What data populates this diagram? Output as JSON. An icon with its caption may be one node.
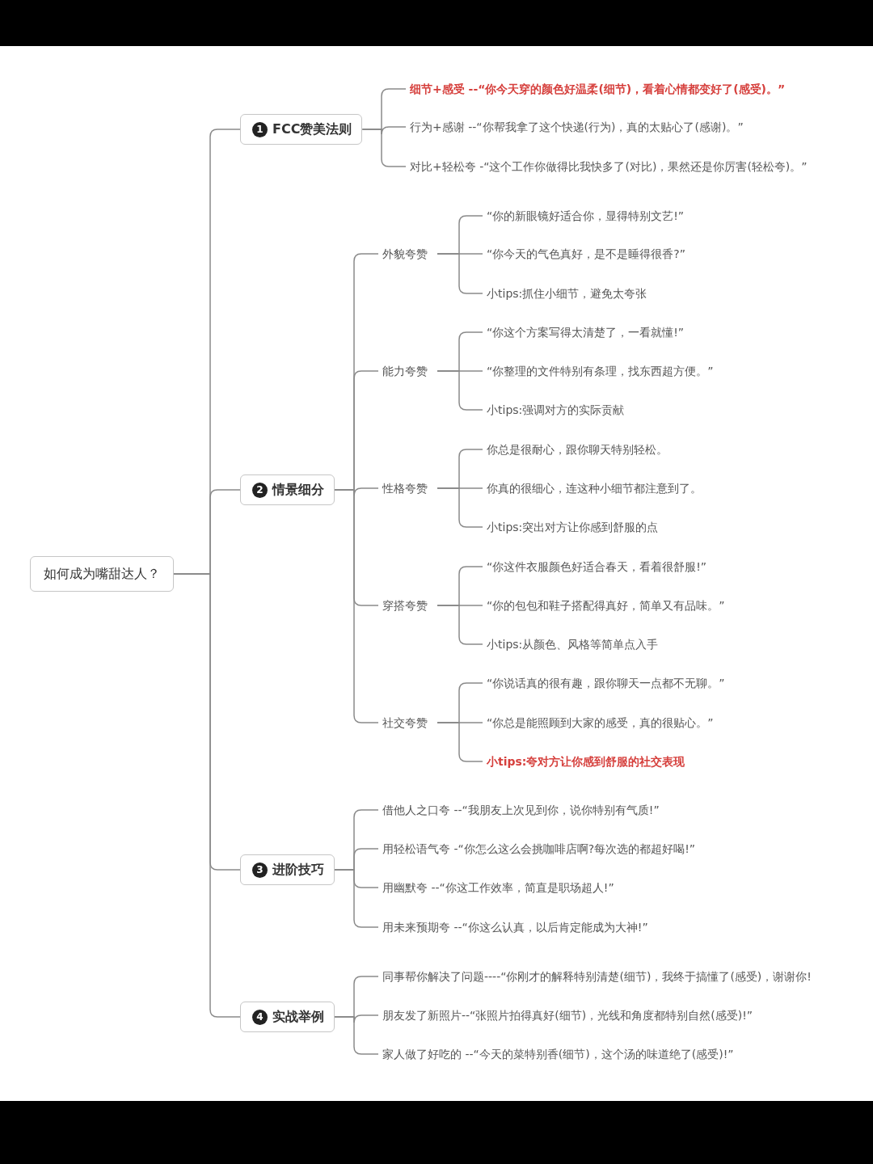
{
  "diagram": {
    "nodes": [
      {
        "text": [
          "如何成为嘴甜达人？"
        ]
      },
      {
        "text": [
          "1",
          "FCC赞美法则"
        ]
      },
      {
        "text": [
          "细节+感受 --“你今天穿的颜色好温柔(细节)，看着心情都变好了(感受)。”"
        ]
      },
      {
        "text": [
          "行为+感谢 --“你帮我拿了这个快递(行为)，真的太贴心了(感谢)。”"
        ]
      },
      {
        "text": [
          "对比+轻松夸 -“这个工作你做得比我快多了(对比)，果然还是你厉害(轻松夸)。”"
        ]
      },
      {
        "text": [
          "2",
          "情景细分"
        ]
      },
      {
        "text": [
          "外貌夸赞"
        ]
      },
      {
        "text": [
          "“你的新眼镜好适合你，显得特别文艺!”"
        ]
      },
      {
        "text": [
          "“你今天的气色真好，是不是睡得很香?”"
        ]
      },
      {
        "text": [
          "小tips:抓住小细节，避免太夸张"
        ]
      },
      {
        "text": [
          "能力夸赞"
        ]
      },
      {
        "text": [
          "“你这个方案写得太清楚了，一看就懂!”"
        ]
      },
      {
        "text": [
          "“你整理的文件特别有条理，找东西超方便。”"
        ]
      },
      {
        "text": [
          "小tips:强调对方的实际贡献"
        ]
      },
      {
        "text": [
          "性格夸赞"
        ]
      },
      {
        "text": [
          "你总是很耐心，跟你聊天特别轻松。"
        ]
      },
      {
        "text": [
          "你真的很细心，连这种小细节都注意到了。"
        ]
      },
      {
        "text": [
          "小tips:突出对方让你感到舒服的点"
        ]
      },
      {
        "text": [
          "穿搭夸赞"
        ]
      },
      {
        "text": [
          "“你这件衣服颜色好适合春天，看着很舒服!”"
        ]
      },
      {
        "text": [
          "“你的包包和鞋子搭配得真好，简单又有品味。”"
        ]
      },
      {
        "text": [
          "小tips:从颜色、风格等简单点入手"
        ]
      },
      {
        "text": [
          "社交夸赞"
        ]
      },
      {
        "text": [
          "“你说话真的很有趣，跟你聊天一点都不无聊。”"
        ]
      },
      {
        "text": [
          "“你总是能照顾到大家的感受，真的很贴心。”"
        ]
      },
      {
        "text": [
          "小tips:夸对方让你感到舒服的社交表现"
        ]
      },
      {
        "text": [
          "3",
          "进阶技巧"
        ]
      },
      {
        "text": [
          "借他人之口夸 --“我朋友上次见到你，说你特别有气质!”"
        ]
      },
      {
        "text": [
          "用轻松语气夸 -“你怎么这么会挑咖啡店啊?每次选的都超好喝!”"
        ]
      },
      {
        "text": [
          "用幽默夸 --“你这工作效率，简直是职场超人!”"
        ]
      },
      {
        "text": [
          "用未来预期夸 --“你这么认真，以后肯定能成为大神!”"
        ]
      },
      {
        "text": [
          "4",
          "实战举例"
        ]
      },
      {
        "text": [
          "同事帮你解决了问题----“你刚才的解释特别清楚(细节)，我终于搞懂了(感受)，谢谢你!"
        ]
      },
      {
        "text": [
          "朋友发了新照片--“张照片拍得真好(细节)，光线和角度都特别自然(感受)!”"
        ]
      },
      {
        "text": [
          "家人做了好吃的 --“今天的菜特别香(细节)，这个汤的味道绝了(感受)!”"
        ]
      }
    ],
    "edges": [
      {
        "from": 0,
        "to": 1,
        "arrow": "none"
      },
      {
        "from": 0,
        "to": 5,
        "arrow": "none"
      },
      {
        "from": 0,
        "to": 26,
        "arrow": "none"
      },
      {
        "from": 0,
        "to": 31,
        "arrow": "none"
      },
      {
        "from": 1,
        "to": 2,
        "arrow": "none"
      },
      {
        "from": 1,
        "to": 3,
        "arrow": "none"
      },
      {
        "from": 1,
        "to": 4,
        "arrow": "none"
      },
      {
        "from": 5,
        "to": 6,
        "arrow": "none"
      },
      {
        "from": 5,
        "to": 10,
        "arrow": "none"
      },
      {
        "from": 5,
        "to": 14,
        "arrow": "none"
      },
      {
        "from": 5,
        "to": 18,
        "arrow": "none"
      },
      {
        "from": 5,
        "to": 22,
        "arrow": "none"
      },
      {
        "from": 6,
        "to": 7,
        "arrow": "none"
      },
      {
        "from": 6,
        "to": 8,
        "arrow": "none"
      },
      {
        "from": 6,
        "to": 9,
        "arrow": "none"
      },
      {
        "from": 10,
        "to": 11,
        "arrow": "none"
      },
      {
        "from": 10,
        "to": 12,
        "arrow": "none"
      },
      {
        "from": 10,
        "to": 13,
        "arrow": "none"
      },
      {
        "from": 14,
        "to": 15,
        "arrow": "none"
      },
      {
        "from": 14,
        "to": 16,
        "arrow": "none"
      },
      {
        "from": 14,
        "to": 17,
        "arrow": "none"
      },
      {
        "from": 18,
        "to": 19,
        "arrow": "none"
      },
      {
        "from": 18,
        "to": 20,
        "arrow": "none"
      },
      {
        "from": 18,
        "to": 21,
        "arrow": "none"
      },
      {
        "from": 22,
        "to": 23,
        "arrow": "none"
      },
      {
        "from": 22,
        "to": 24,
        "arrow": "none"
      },
      {
        "from": 22,
        "to": 25,
        "arrow": "none"
      },
      {
        "from": 26,
        "to": 27,
        "arrow": "none"
      },
      {
        "from": 26,
        "to": 28,
        "arrow": "none"
      },
      {
        "from": 26,
        "to": 29,
        "arrow": "none"
      },
      {
        "from": 26,
        "to": 30,
        "arrow": "none"
      },
      {
        "from": 31,
        "to": 32,
        "arrow": "none"
      },
      {
        "from": 31,
        "to": 33,
        "arrow": "none"
      },
      {
        "from": 31,
        "to": 34,
        "arrow": "none"
      }
    ]
  }
}
